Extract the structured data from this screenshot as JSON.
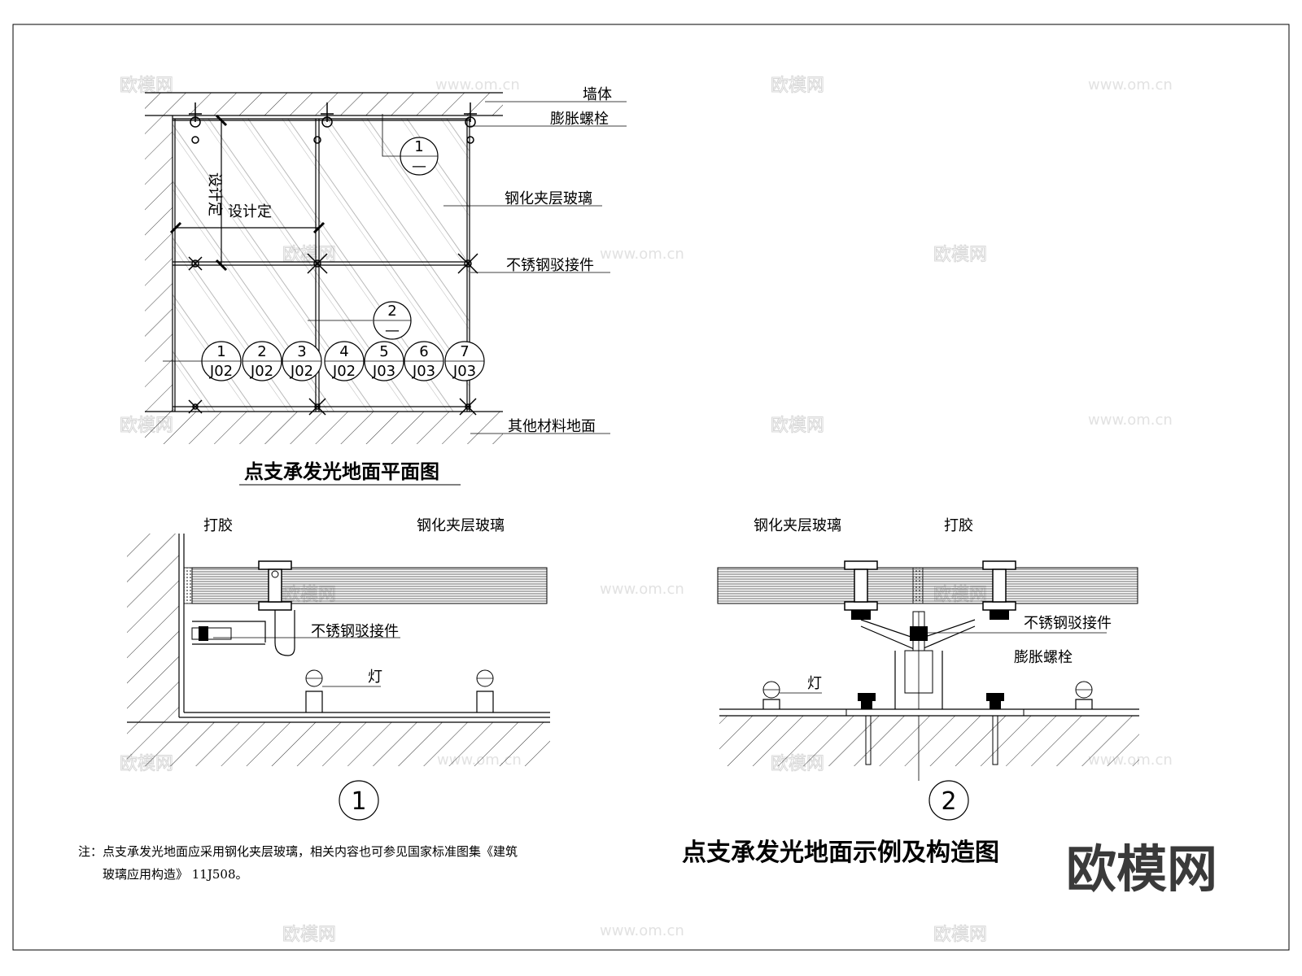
{
  "watermarks": {
    "logo_text": "欧模网",
    "url_text": "www.om.cn",
    "corner_logo": "欧模网"
  },
  "plan": {
    "title": "点支承发光地面平面图",
    "labels": {
      "wall": "墙体",
      "expansion_bolt": "膨胀螺栓",
      "glass": "钢化夹层玻璃",
      "fitting": "不锈钢驳接件",
      "floor": "其他材料地面",
      "dim_vertical": "设计定",
      "dim_horizontal": "设计定"
    },
    "callouts": [
      {
        "top": "1",
        "bottom": "—"
      },
      {
        "top": "2",
        "bottom": "—"
      }
    ],
    "refs": [
      {
        "top": "1",
        "bottom": "J02"
      },
      {
        "top": "2",
        "bottom": "J02"
      },
      {
        "top": "3",
        "bottom": "J02"
      },
      {
        "top": "4",
        "bottom": "J02"
      },
      {
        "top": "5",
        "bottom": "J03"
      },
      {
        "top": "6",
        "bottom": "J03"
      },
      {
        "top": "7",
        "bottom": "J03"
      }
    ]
  },
  "detail1": {
    "number": "1",
    "labels": {
      "sealant": "打胶",
      "glass": "钢化夹层玻璃",
      "fitting": "不锈钢驳接件",
      "lamp": "灯"
    }
  },
  "detail2": {
    "number": "2",
    "labels": {
      "glass": "钢化夹层玻璃",
      "sealant": "打胶",
      "fitting": "不锈钢驳接件",
      "expansion_bolt": "膨胀螺栓",
      "lamp": "灯"
    }
  },
  "sheet_title": "点支承发光地面示例及构造图",
  "note": {
    "line1": "注：点支承发光地面应采用钢化夹层玻璃，相关内容也可参见国家标准图集《建筑",
    "line2": "玻璃应用构造》 11J508。"
  }
}
